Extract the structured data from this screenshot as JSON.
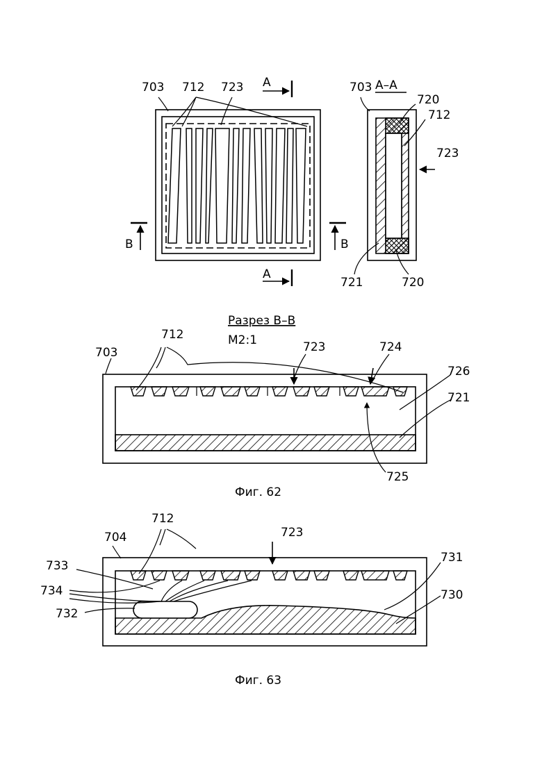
{
  "figure_top": {
    "refs": {
      "r703a": "703",
      "r712a": "712",
      "r723a": "723",
      "r703b": "703",
      "r720a": "720",
      "r712b": "712",
      "r723b": "723",
      "r721": "721",
      "r720b": "720"
    },
    "section_a_top": "A",
    "section_a_bottom": "A",
    "section_b_left": "B",
    "section_b_right": "B",
    "section_label": "A–A"
  },
  "figure_62": {
    "section_title": "Разрез B–B",
    "scale": "M2:1",
    "refs": {
      "r703": "703",
      "r712": "712",
      "r723": "723",
      "r724": "724",
      "r726": "726",
      "r721": "721",
      "r725": "725"
    },
    "caption": "Фиг.  62"
  },
  "figure_63": {
    "refs": {
      "r704": "704",
      "r712": "712",
      "r723": "723",
      "r733": "733",
      "r731": "731",
      "r734": "734",
      "r730": "730",
      "r732": "732"
    },
    "caption": "Фиг.  63"
  },
  "colors": {
    "ink": "#000000",
    "paper": "#ffffff"
  }
}
